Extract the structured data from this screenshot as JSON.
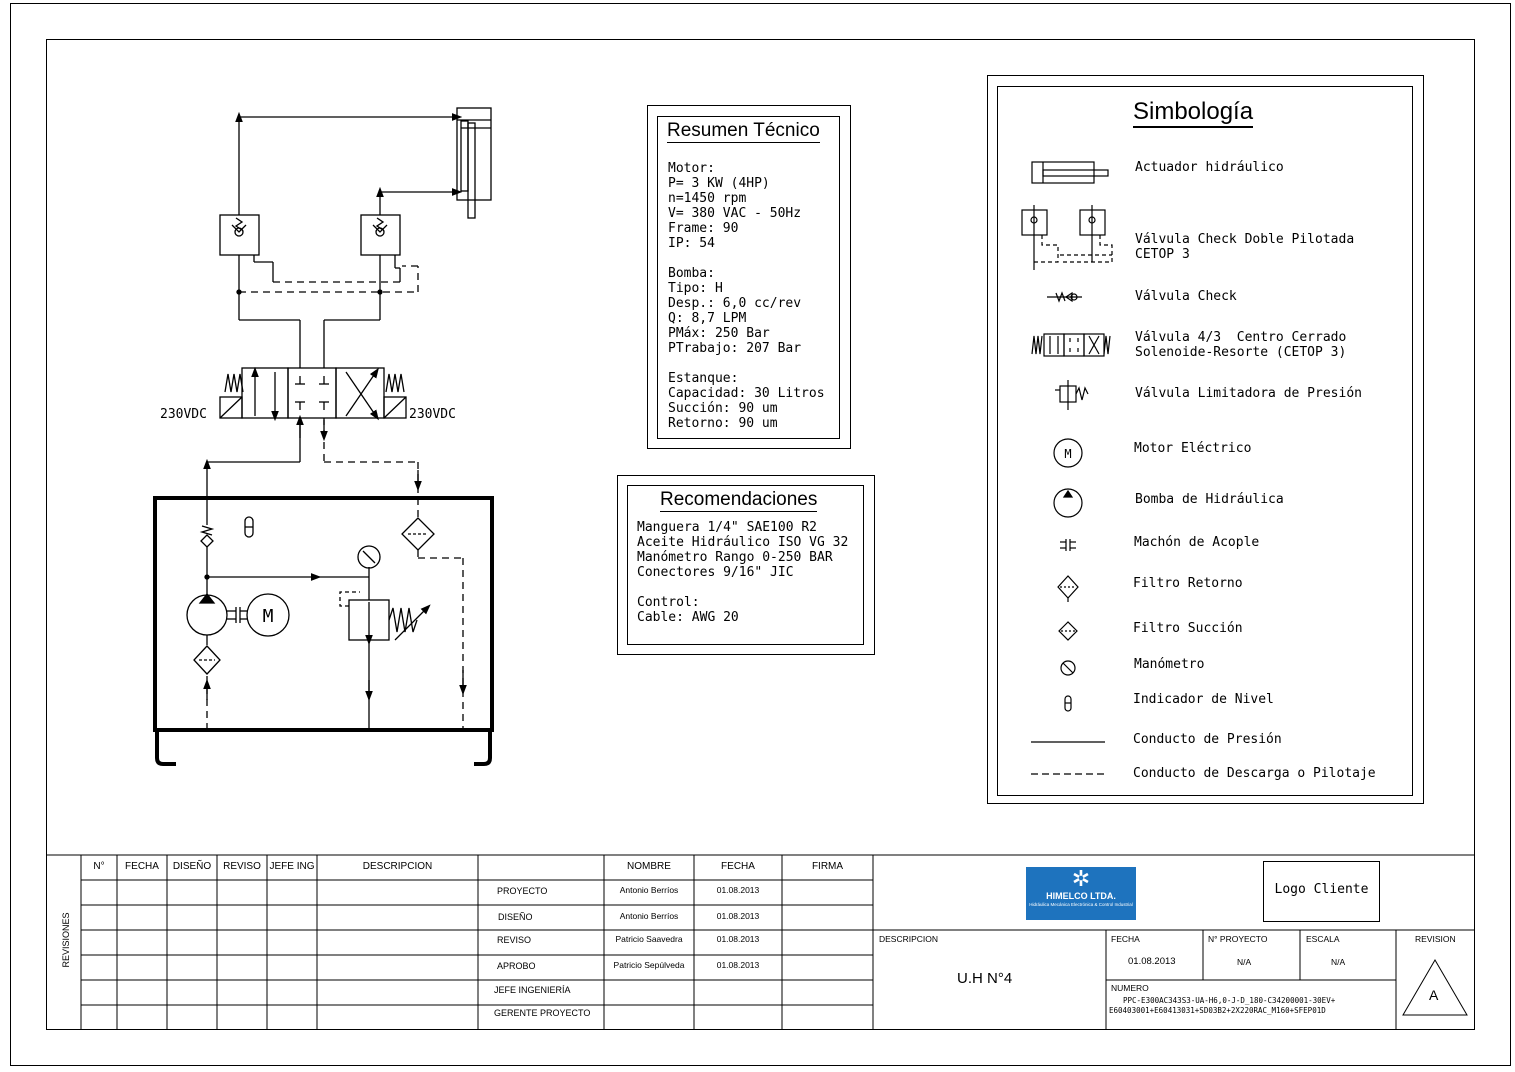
{
  "diagram": {
    "voltage_left": "230VDC",
    "voltage_right": "230VDC",
    "motor_symbol_label": "M"
  },
  "resumen": {
    "title": "Resumen Técnico",
    "lines": [
      "Motor:",
      "P= 3 KW (4HP)",
      "n=1450 rpm",
      "V= 380 VAC - 50Hz",
      "Frame: 90",
      "IP: 54",
      "",
      "Bomba:",
      "Tipo: H",
      "Desp.: 6,0 cc/rev",
      "Q: 8,7 LPM",
      "PMáx: 250 Bar",
      "PTrabajo: 207 Bar",
      "",
      "Estanque:",
      "Capacidad: 30 Litros",
      "Succión: 90 um",
      "Retorno: 90 um"
    ]
  },
  "recomendaciones": {
    "title": "Recomendaciones",
    "lines": [
      "Manguera 1/4\" SAE100 R2",
      "Aceite Hidráulico ISO VG 32",
      "Manómetro Rango 0-250 BAR",
      "Conectores 9/16\" JIC",
      "",
      "Control:",
      "Cable: AWG 20"
    ]
  },
  "simbologia": {
    "title": "Simbología",
    "items": [
      {
        "icon": "hydraulic-actuator-icon",
        "label": "Actuador hidráulico"
      },
      {
        "icon": "double-pilot-check-valve-icon",
        "label": "Válvula Check Doble Pilotada\nCETOP 3"
      },
      {
        "icon": "check-valve-icon",
        "label": "Válvula Check"
      },
      {
        "icon": "directional-valve-icon",
        "label": "Válvula 4/3  Centro Cerrado\nSolenoide-Resorte (CETOP 3)"
      },
      {
        "icon": "relief-valve-icon",
        "label": "Válvula Limitadora de Presión"
      },
      {
        "icon": "electric-motor-icon",
        "label": "Motor Eléctrico"
      },
      {
        "icon": "hydraulic-pump-icon",
        "label": "Bomba de Hidráulica"
      },
      {
        "icon": "coupling-icon",
        "label": "Machón de Acople"
      },
      {
        "icon": "return-filter-icon",
        "label": "Filtro Retorno"
      },
      {
        "icon": "suction-filter-icon",
        "label": "Filtro Succión"
      },
      {
        "icon": "manometer-icon",
        "label": "Manómetro"
      },
      {
        "icon": "level-indicator-icon",
        "label": "Indicador de Nivel"
      },
      {
        "icon": "pressure-line-icon",
        "label": "Conducto de Presión"
      },
      {
        "icon": "drain-line-icon",
        "label": "Conducto de Descarga o Pilotaje"
      }
    ]
  },
  "title_block": {
    "revisiones_label": "REVISIONES",
    "rev_headers": [
      "N°",
      "FECHA",
      "DISEÑO",
      "REVISO",
      "JEFE ING",
      "DESCRIPCION"
    ],
    "sign_headers": [
      "NOMBRE",
      "FECHA",
      "FIRMA"
    ],
    "sign_rows": [
      {
        "role": "PROYECTO",
        "name": "Antonio Berríos",
        "date": "01.08.2013"
      },
      {
        "role": "DISEÑO",
        "name": "Antonio Berríos",
        "date": "01.08.2013"
      },
      {
        "role": "REVISO",
        "name": "Patricio Saavedra",
        "date": "01.08.2013"
      },
      {
        "role": "APROBO",
        "name": "Patricio Sepúlveda",
        "date": "01.08.2013"
      },
      {
        "role": "JEFE INGENIERÍA",
        "name": "",
        "date": ""
      },
      {
        "role": "GERENTE PROYECTO",
        "name": "",
        "date": ""
      }
    ],
    "company_logo_text": "HIMELCO LTDA.",
    "company_logo_subtext": "Hidráulica Mecánica Electrónica & Control Industrial",
    "client_logo": "Logo Cliente",
    "descripcion_label": "DESCRIPCION",
    "descripcion_value": "U.H N°4",
    "fecha_label": "FECHA",
    "fecha_value": "01.08.2013",
    "proyecto_label": "N° PROYECTO",
    "proyecto_value": "N/A",
    "escala_label": "ESCALA",
    "escala_value": "N/A",
    "revision_label": "REVISION",
    "revision_value": "A",
    "numero_label": "NUMERO",
    "numero_line1": "PPC-E300AC343S3-UA-H6,0-J-D_180-C34200001-30EV+",
    "numero_line2": "E60403001+E60413031+SD03B2+2X220RAC_M160+SFEP01D",
    "colors": {
      "logo_bg": "#1e73be",
      "line": "#000000"
    }
  }
}
